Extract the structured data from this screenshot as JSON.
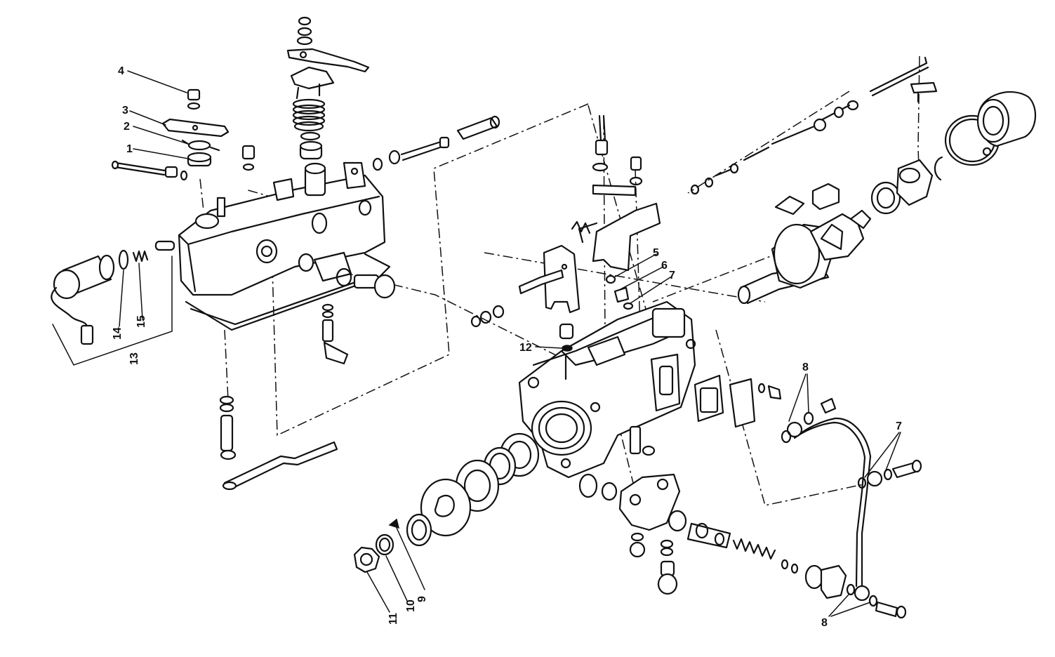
{
  "callouts": {
    "c1": "1",
    "c2": "2",
    "c3": "3",
    "c4": "4",
    "c5": "5",
    "c6": "6",
    "c7a": "7",
    "c7b": "7",
    "c8a": "8",
    "c8b": "8",
    "c9": "9",
    "c10": "10",
    "c11": "11",
    "c12": "12",
    "c13": "13",
    "c14": "14",
    "c15": "15"
  }
}
